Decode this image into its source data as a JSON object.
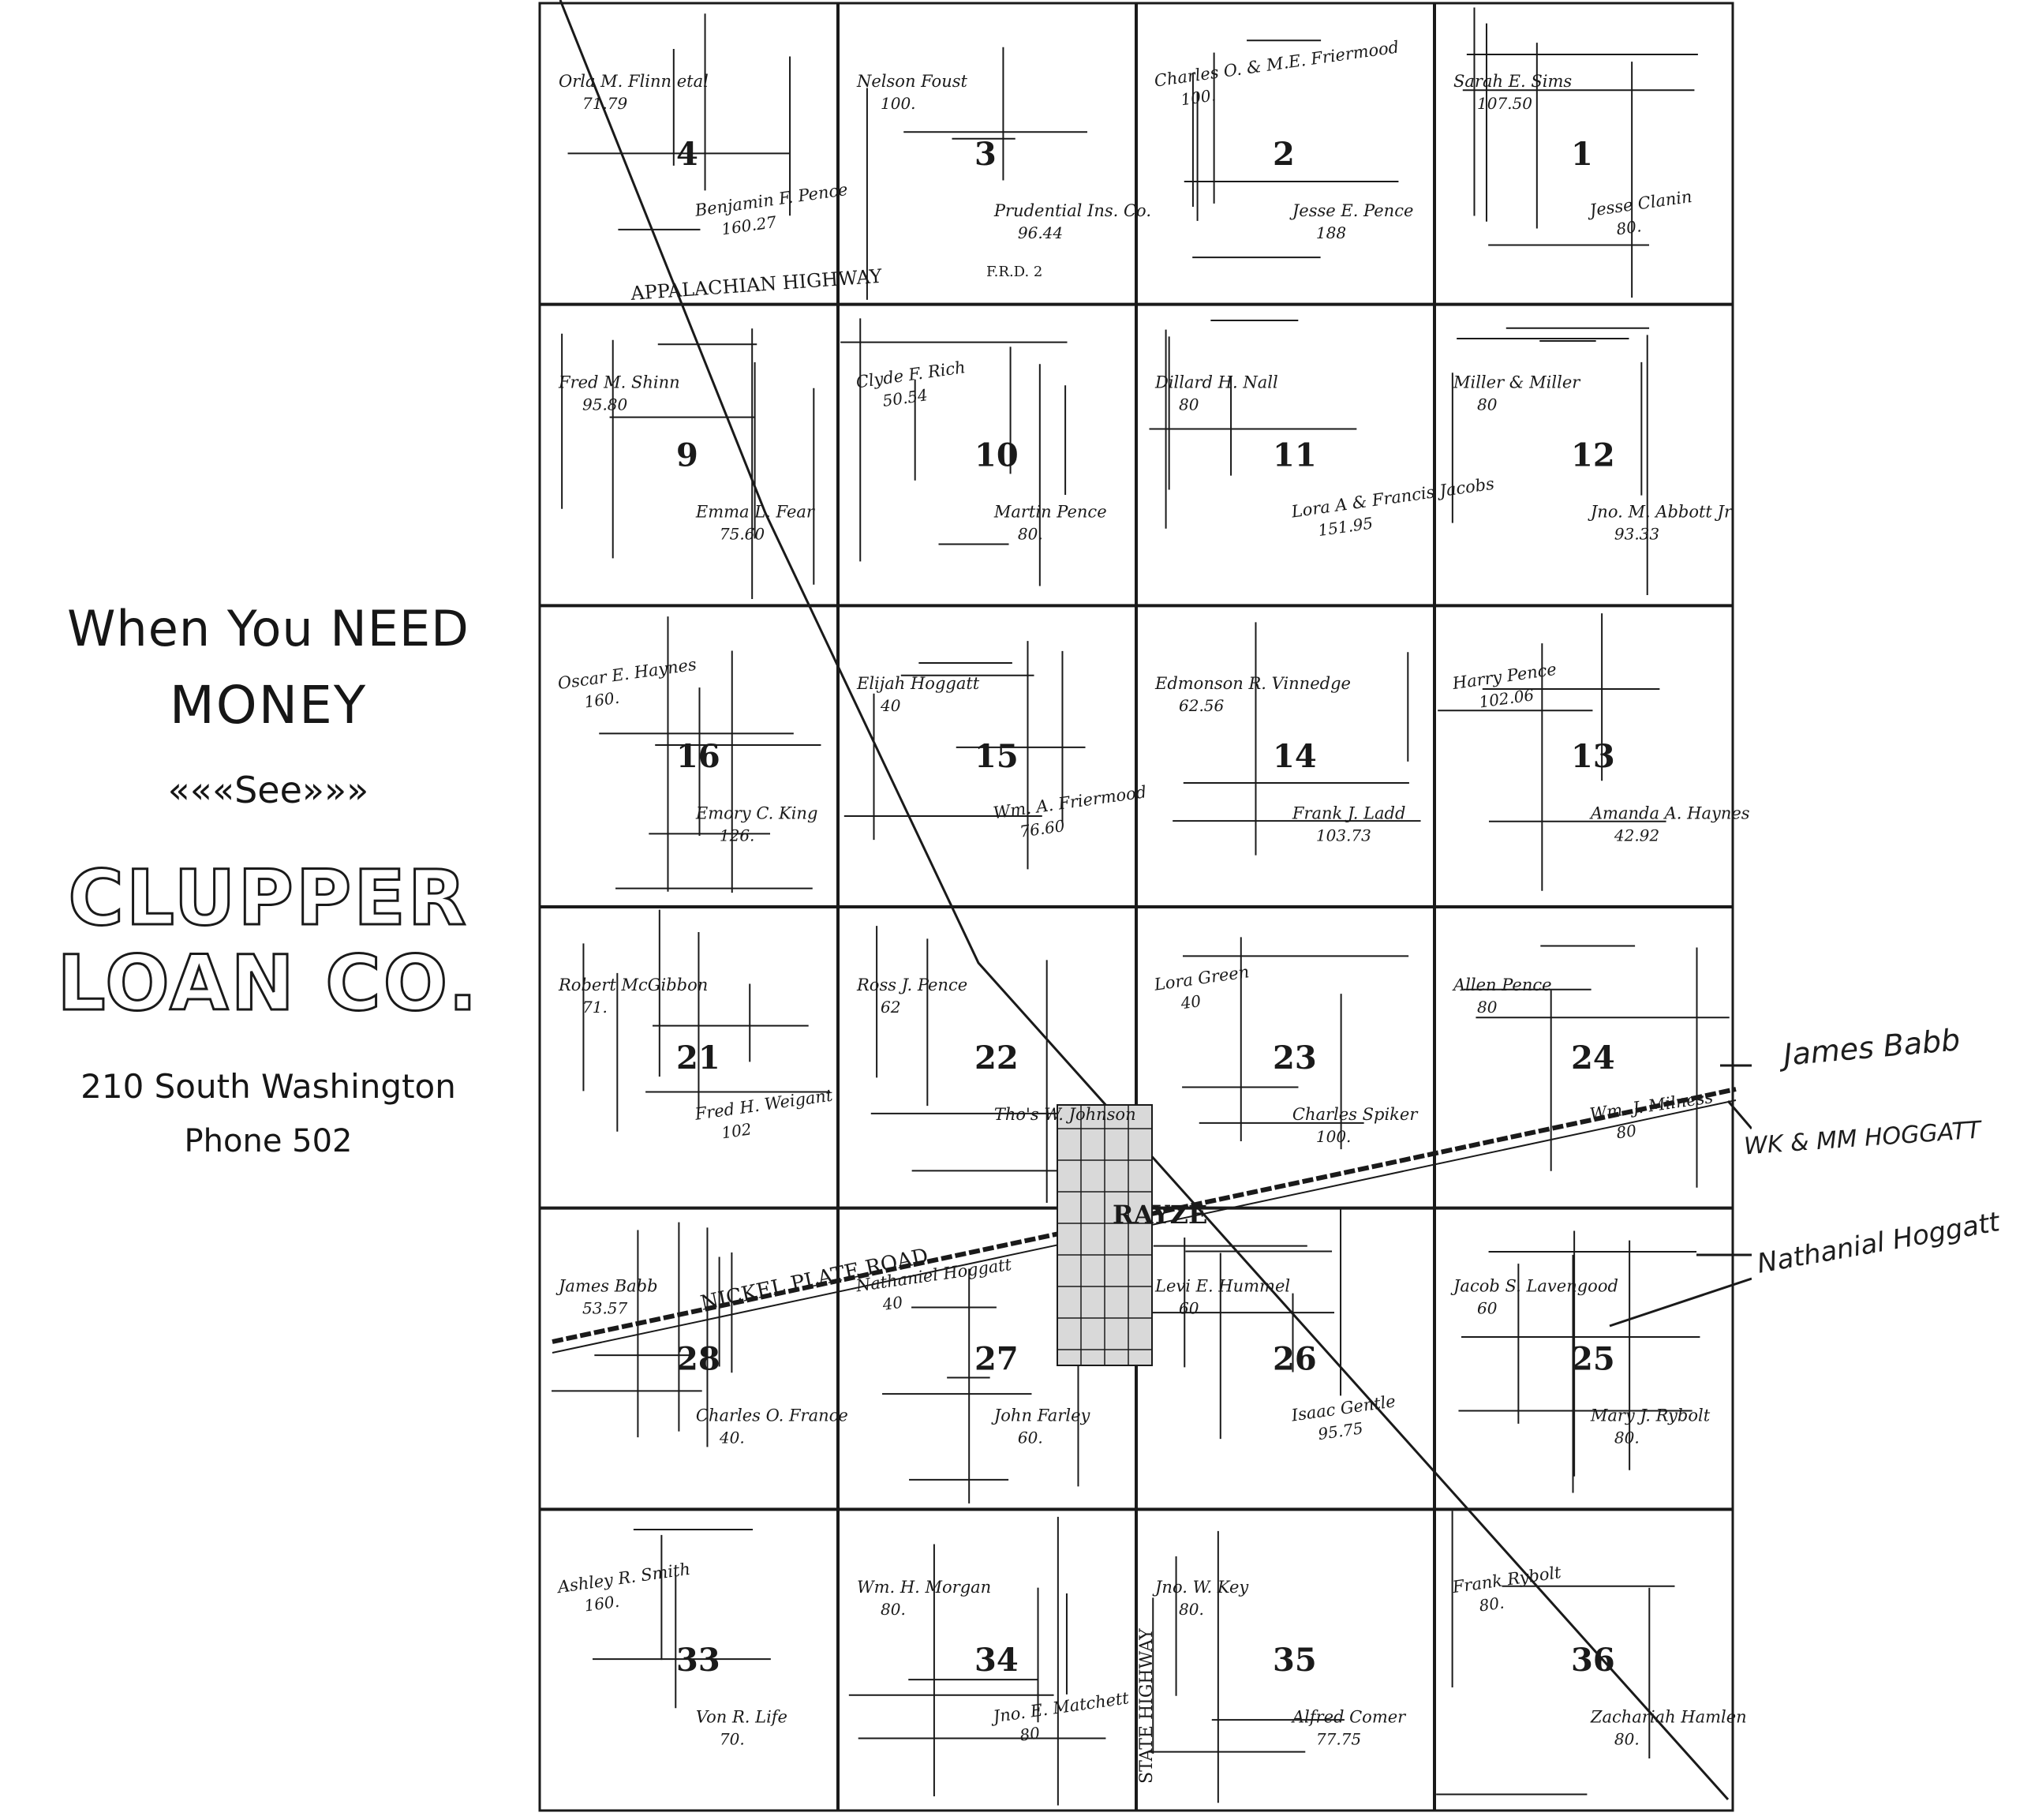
{
  "advertisement": {
    "line1": "When You NEED",
    "line2": "MONEY",
    "line3": "«««See»»»",
    "company_line1": "CLUPPER",
    "company_line2": "LOAN CO.",
    "address": "210 South Washington",
    "phone": "Phone 502"
  },
  "map": {
    "town_label": "RAYZE",
    "road_labels": {
      "appalachian": "APPALACHIAN HIGHWAY",
      "nickel_plate": "NICKEL PLATE ROAD",
      "state_highway": "STATE HIGHWAY",
      "frd2": "F.R.D. 2"
    },
    "sections": [
      "4",
      "3",
      "2",
      "1",
      "9",
      "10",
      "11",
      "12",
      "16",
      "15",
      "14",
      "13",
      "21",
      "22",
      "23",
      "24",
      "28",
      "27",
      "26",
      "25",
      "33",
      "34",
      "35",
      "36"
    ],
    "owners": [
      {
        "name": "Orla M. Flinn etal",
        "acres": "71.79"
      },
      {
        "name": "Benjamin F. Pence",
        "acres": "160.27"
      },
      {
        "name": "Nelson Foust",
        "acres": "100."
      },
      {
        "name": "Prudential Ins. Co.",
        "acres": "96.44"
      },
      {
        "name": "Charles O. & M.E. Friermood",
        "acres": "100."
      },
      {
        "name": "Jesse E. Pence",
        "acres": "188"
      },
      {
        "name": "Sarah E. Sims",
        "acres": "107.50"
      },
      {
        "name": "Jesse Clanin",
        "acres": "80."
      },
      {
        "name": "Fred M. Shinn",
        "acres": "95.80"
      },
      {
        "name": "Emma L. Fear",
        "acres": "75.60"
      },
      {
        "name": "Clyde F. Rich",
        "acres": "50.54"
      },
      {
        "name": "Martin Pence",
        "acres": "80."
      },
      {
        "name": "Dillard H. Nall",
        "acres": "80"
      },
      {
        "name": "Lora A & Francis Jacobs",
        "acres": "151.95"
      },
      {
        "name": "Miller & Miller",
        "acres": "80"
      },
      {
        "name": "Jno. M. Abbott Jr.",
        "acres": "93.33"
      },
      {
        "name": "Oscar E. Haynes",
        "acres": "160."
      },
      {
        "name": "Emory C. King",
        "acres": "126."
      },
      {
        "name": "Elijah Hoggatt",
        "acres": "40"
      },
      {
        "name": "Wm. A. Friermood",
        "acres": "76.60"
      },
      {
        "name": "Edmonson R. Vinnedge",
        "acres": "62.56"
      },
      {
        "name": "Frank J. Ladd",
        "acres": "103.73"
      },
      {
        "name": "Harry Pence",
        "acres": "102.06"
      },
      {
        "name": "Amanda A. Haynes",
        "acres": "42.92"
      },
      {
        "name": "Robert McGibbon",
        "acres": "71."
      },
      {
        "name": "Fred H. Weigant",
        "acres": "102"
      },
      {
        "name": "Ross J. Pence",
        "acres": "62"
      },
      {
        "name": "Tho's W. Johnson",
        "acres": ""
      },
      {
        "name": "Lora Green",
        "acres": "40"
      },
      {
        "name": "Charles Spiker",
        "acres": "100."
      },
      {
        "name": "Allen Pence",
        "acres": "80"
      },
      {
        "name": "Wm. J. Milness",
        "acres": "80"
      },
      {
        "name": "James Babb",
        "acres": "53.57"
      },
      {
        "name": "Charles O. France",
        "acres": "40."
      },
      {
        "name": "Nathaniel Hoggatt",
        "acres": "40"
      },
      {
        "name": "John Farley",
        "acres": "60."
      },
      {
        "name": "Levi E. Hummel",
        "acres": "60"
      },
      {
        "name": "Isaac Gentle",
        "acres": "95.75"
      },
      {
        "name": "Jacob S. Lavengood",
        "acres": "60"
      },
      {
        "name": "Mary J. Rybolt",
        "acres": "80."
      },
      {
        "name": "Ashley R. Smith",
        "acres": "160."
      },
      {
        "name": "Von R. Life",
        "acres": "70."
      },
      {
        "name": "Wm. H. Morgan",
        "acres": "80."
      },
      {
        "name": "Jno. E. Matchett",
        "acres": "80"
      },
      {
        "name": "Jno. W. Key",
        "acres": "80."
      },
      {
        "name": "Alfred Comer",
        "acres": "77.75"
      },
      {
        "name": "Frank Rybolt",
        "acres": "80."
      },
      {
        "name": "Zachariah Hamlen",
        "acres": "80."
      }
    ]
  },
  "annotations": {
    "james_babb": "James Babb",
    "wk_mm": "WK & MM HOGGATT",
    "nathanial": "Nathanial Hoggatt"
  }
}
